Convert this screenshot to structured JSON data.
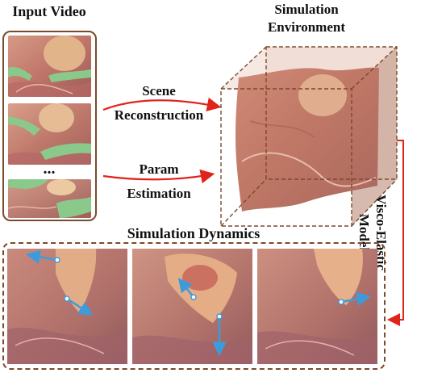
{
  "input_panel": {
    "title": "Input Video",
    "ellipsis": "..."
  },
  "arrows": {
    "scene_line1": "Scene",
    "scene_line2": "Reconstruction",
    "param_line1": "Param",
    "param_line2": "Estimation"
  },
  "simulation": {
    "title_line1": "Simulation",
    "title_line2": "Environment"
  },
  "side_label": {
    "line1": "Visco-Elastic",
    "line2": "Model"
  },
  "dynamics": {
    "title": "Simulation Dynamics"
  },
  "colors": {
    "accent_red": "#e0241b",
    "panel_border": "#7a4a2a",
    "motion_arrow": "#3d9bdc",
    "tissue_pink": "#c97a6c",
    "tool_green": "#8bc98a"
  }
}
